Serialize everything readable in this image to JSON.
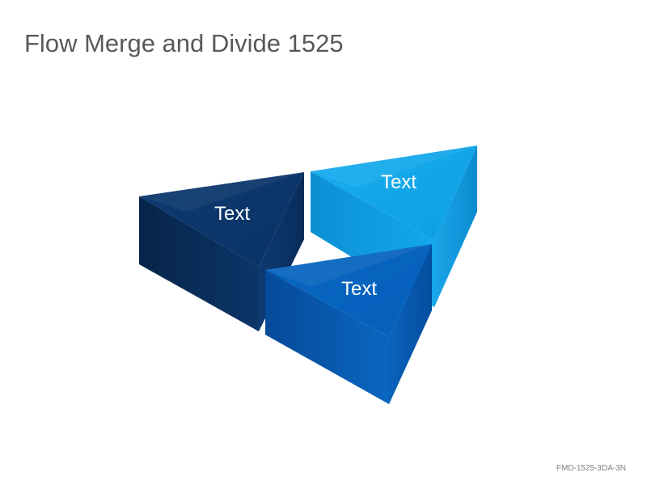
{
  "title": "Flow Merge and Divide 1525",
  "footer_code": "FMD-1525-3DA-3N",
  "pieces": [
    {
      "label": "Text",
      "color": "#0b3a74"
    },
    {
      "label": "Text",
      "color": "#12a7ea"
    },
    {
      "label": "Text",
      "color": "#0566c0"
    }
  ]
}
